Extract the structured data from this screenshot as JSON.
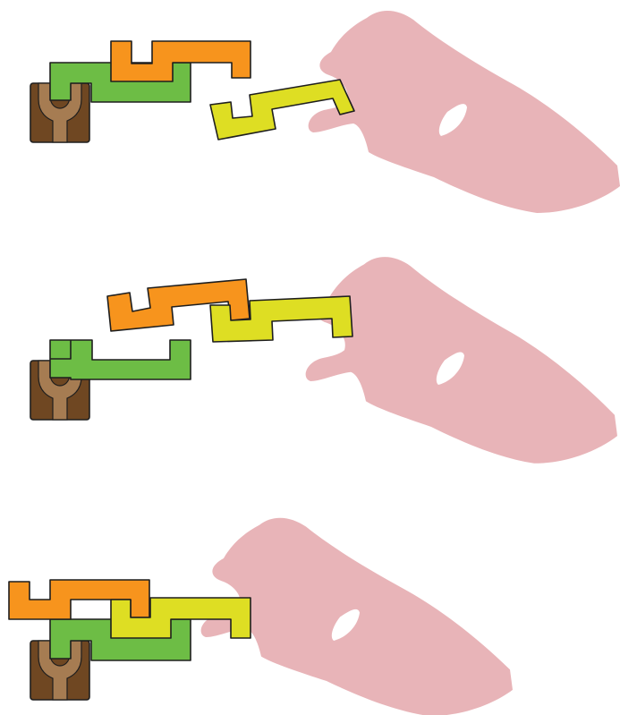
{
  "colors": {
    "hand": "#e8b4b8",
    "outline": "#1e1e1e",
    "brown_dark": "#6f4722",
    "brown_light": "#a67c52",
    "green": "#6dbd45",
    "orange": "#f7941d",
    "yellow": "#dede23"
  },
  "panels": [
    {
      "step": 1,
      "pieces": [
        "base-block",
        "green-piece",
        "orange-piece",
        "yellow-piece"
      ],
      "held_piece": "yellow-piece"
    },
    {
      "step": 2,
      "pieces": [
        "base-block",
        "green-piece",
        "orange-piece",
        "yellow-piece"
      ],
      "held_piece": "yellow-piece"
    },
    {
      "step": 3,
      "pieces": [
        "base-block",
        "green-piece",
        "orange-piece",
        "yellow-piece"
      ],
      "held_piece": "yellow-piece"
    }
  ]
}
